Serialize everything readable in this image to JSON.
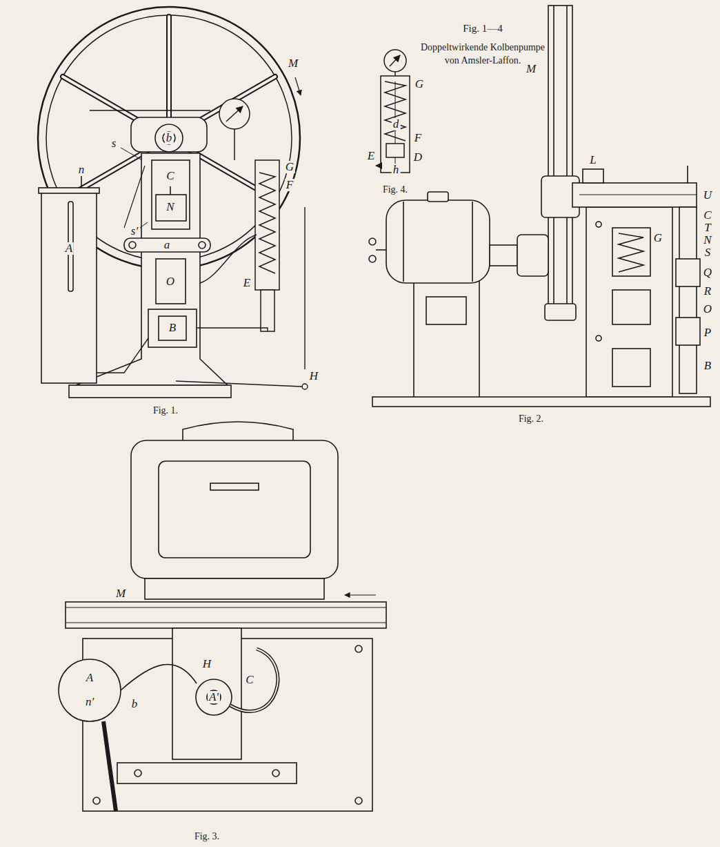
{
  "diagram": {
    "title": "Doppeltwirkende Kolbenpumpe von Amsler-Laffon.",
    "labels": [
      "Fig. 1—4",
      "M",
      "b",
      "s",
      "C",
      "N",
      "s'",
      "a",
      "O",
      "A",
      "n",
      "G",
      "F",
      "E",
      "B",
      "H",
      "Fig. 1.",
      "d",
      "G",
      "F",
      "D",
      "E",
      "h",
      "Fig. 4.",
      "M",
      "L",
      "G",
      "U",
      "C",
      "T",
      "N",
      "S",
      "Q",
      "R",
      "O",
      "P",
      "B",
      "Fig. 2.",
      "M",
      "A",
      "n'",
      "b",
      "H",
      "A'",
      "C",
      "Fig. 3."
    ]
  }
}
